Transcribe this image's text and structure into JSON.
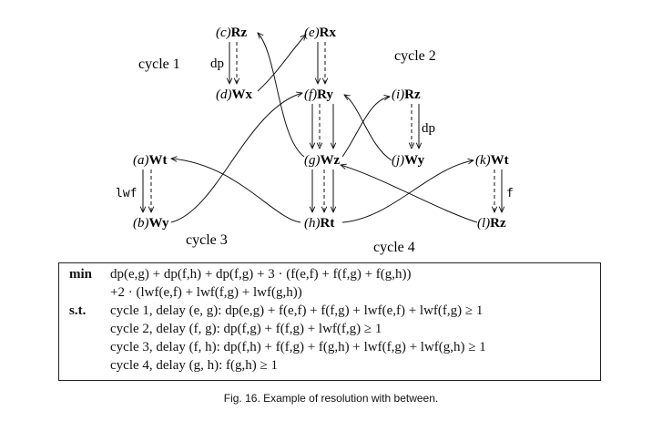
{
  "nodes": {
    "c": {
      "id": "(c)",
      "label": "Rz"
    },
    "e": {
      "id": "(e)",
      "label": "Rx"
    },
    "d": {
      "id": "(d)",
      "label": "Wx"
    },
    "f": {
      "id": "(f)",
      "label": "Ry"
    },
    "i": {
      "id": "(i)",
      "label": "Rz"
    },
    "a": {
      "id": "(a)",
      "label": "Wt"
    },
    "g": {
      "id": "(g)",
      "label": "Wz"
    },
    "j": {
      "id": "(j)",
      "label": "Wy"
    },
    "k": {
      "id": "(k)",
      "label": "Wt"
    },
    "b": {
      "id": "(b)",
      "label": "Wy"
    },
    "h": {
      "id": "(h)",
      "label": "Rt"
    },
    "l": {
      "id": "(l)",
      "label": "Rz"
    }
  },
  "edge_labels": {
    "cd": "dp",
    "ij": "dp",
    "ab": "lwf",
    "kl": "f"
  },
  "cycles": {
    "c1": "cycle 1",
    "c2": "cycle 2",
    "c3": "cycle 3",
    "c4": "cycle 4"
  },
  "formulation": {
    "min_kw": "min",
    "st_kw": "s.t.",
    "objective_line1": "dp(e,g) + dp(f,h) + dp(f,g) + 3 · (f(e,f) + f(f,g) + f(g,h))",
    "objective_line2": "+2 · (lwf(e,f) + lwf(f,g) + lwf(g,h))",
    "constraints": [
      "cycle 1, delay (e, g): dp(e,g) + f(e,f) + f(f,g) + lwf(e,f) + lwf(f,g) ≥ 1",
      "cycle 2, delay (f, g): dp(f,g) + f(f,g) + lwf(f,g) ≥ 1",
      "cycle 3, delay (f, h): dp(f,h) + f(f,g) + f(g,h) + lwf(f,g) + lwf(g,h) ≥ 1",
      "cycle 4, delay (g, h): f(g,h) ≥ 1"
    ]
  },
  "caption": "Fig. 16.   Example of resolution with between."
}
